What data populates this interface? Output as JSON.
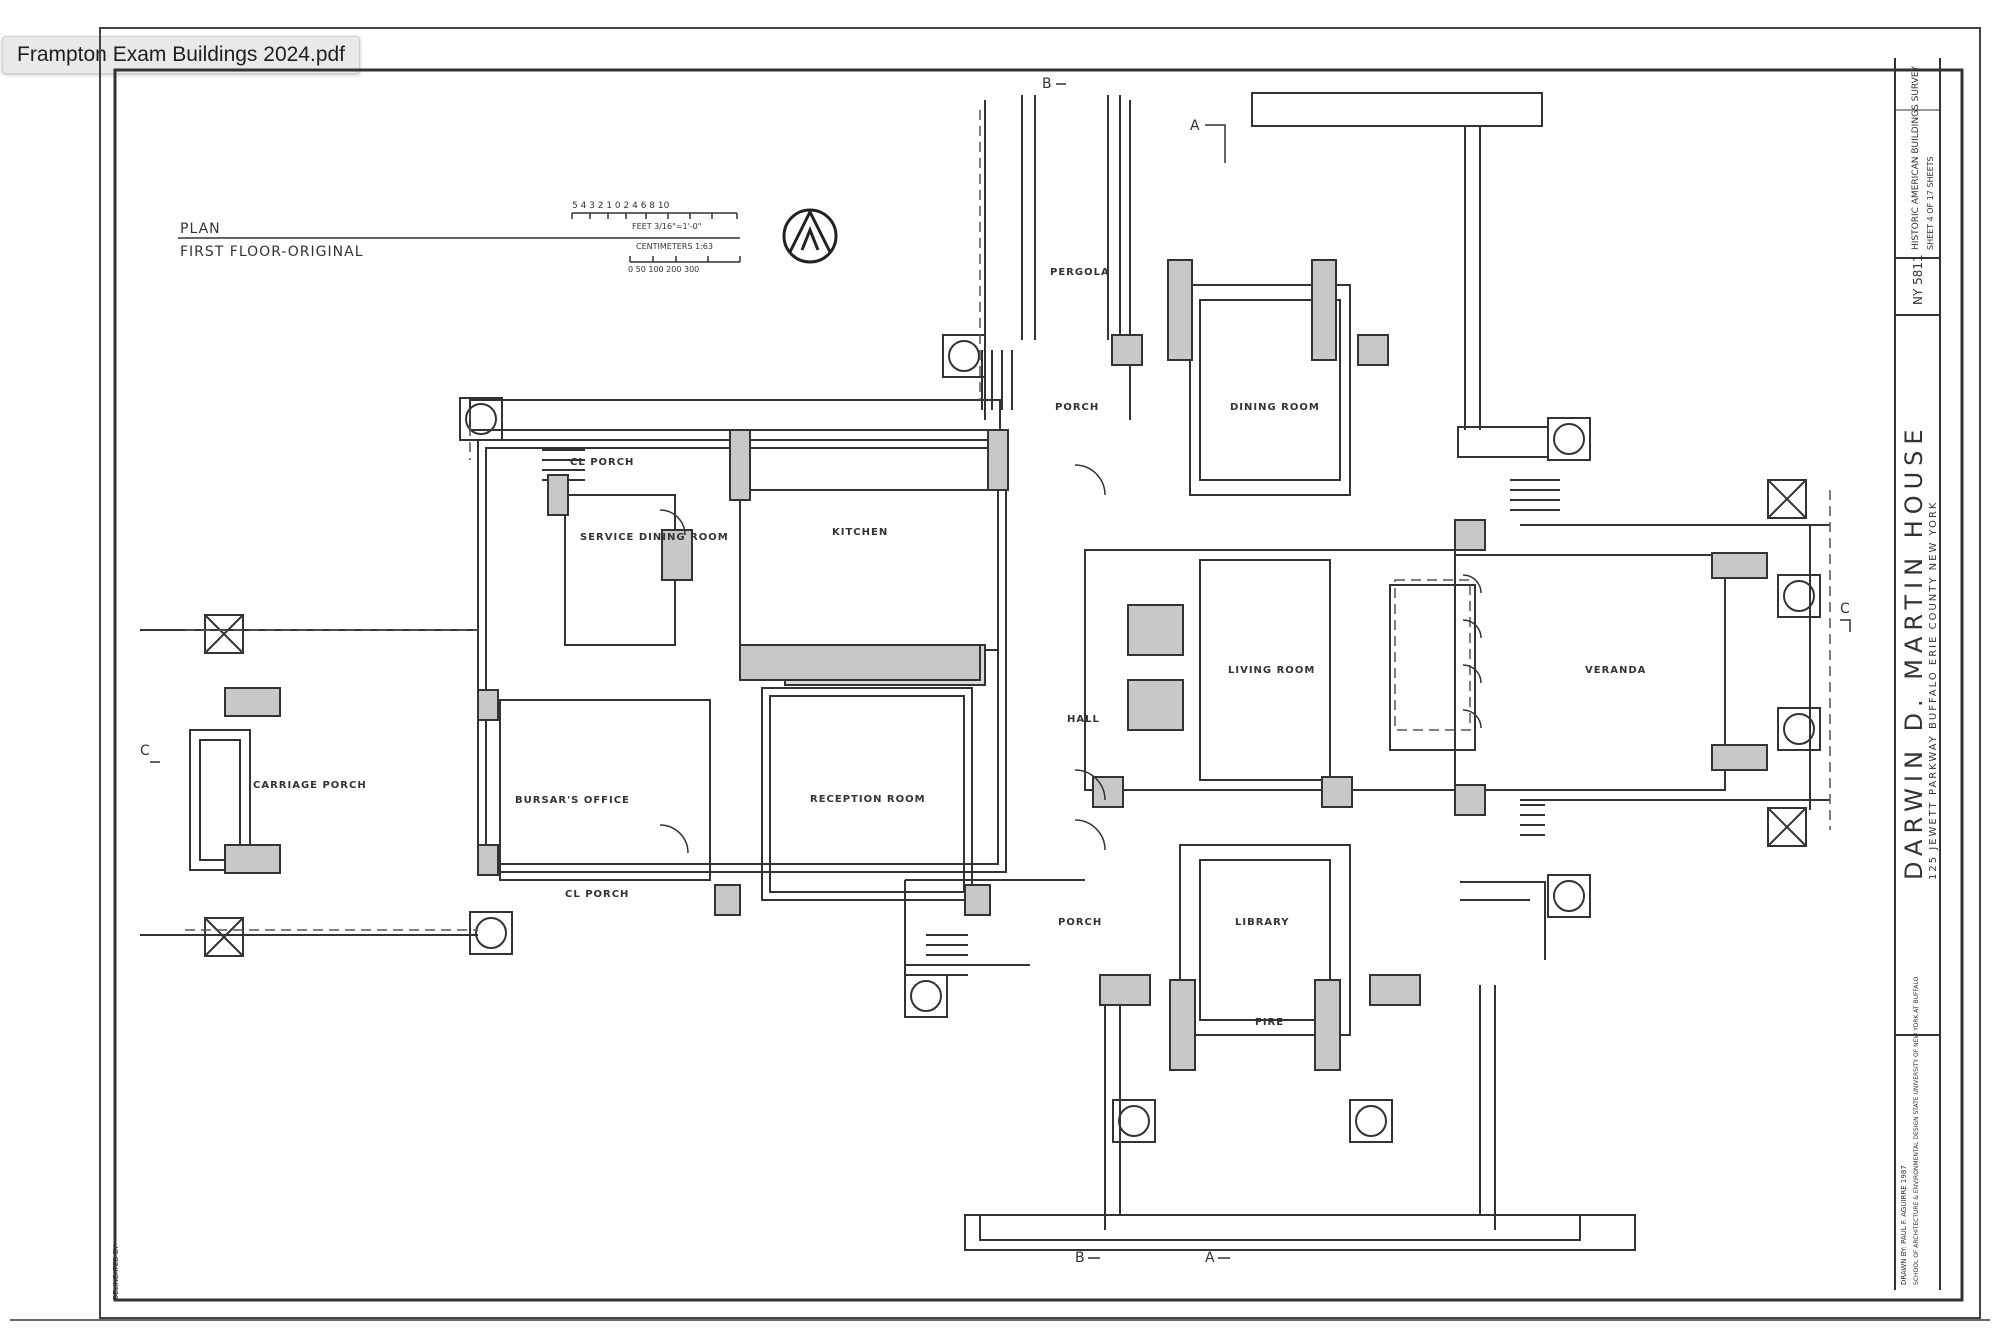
{
  "document": {
    "file_tab_title": "Frampton Exam Buildings 2024.pdf"
  },
  "drawing": {
    "plan_label": "PLAN",
    "plan_title": "FIRST FLOOR-ORIGINAL",
    "scale_feet": "FEET 3/16\"=1'-0\"",
    "scale_centimeters": "CENTIMETERS 1:63",
    "scale_feet_ticks": "5 4 3 2 1 0 2 4 6 8 10",
    "scale_cm_ticks": "0 50 100 200 300",
    "rooms": {
      "pergola": "PERGOLA",
      "porch_north": "PORCH",
      "dining_room": "DINING ROOM",
      "cl_porch": "CL PORCH",
      "service_dining": "SERVICE DINING ROOM",
      "kitchen": "KITCHEN",
      "living_room": "LIVING ROOM",
      "veranda": "VERANDA",
      "hall": "HALL",
      "carriage_porch": "CARRIAGE PORCH",
      "bursars_office": "BURSAR'S OFFICE",
      "reception_room": "RECEPTION ROOM",
      "porch_west": "CL PORCH",
      "porch_south": "PORCH",
      "library": "LIBRARY",
      "fireplace": "FIRE"
    },
    "section_marks": {
      "a": "A",
      "b": "B",
      "c": "C"
    },
    "title_block": {
      "title": "DARWIN D. MARTIN HOUSE",
      "address": "125 JEWETT PARKWAY   BUFFALO   ERIE COUNTY   NEW YORK",
      "agency": "HISTORIC AMERICAN BUILDINGS SURVEY",
      "sheet": "SHEET 4 OF 17 SHEETS",
      "survey_no": "NY 5811",
      "school": "SCHOOL OF ARCHITECTURE & ENVIRONMENTAL DESIGN STATE UNIVERSITY OF NEW YORK AT BUFFALO",
      "delineator": "DRAWN BY: PAUL F. AGUIRRE 1987"
    }
  }
}
